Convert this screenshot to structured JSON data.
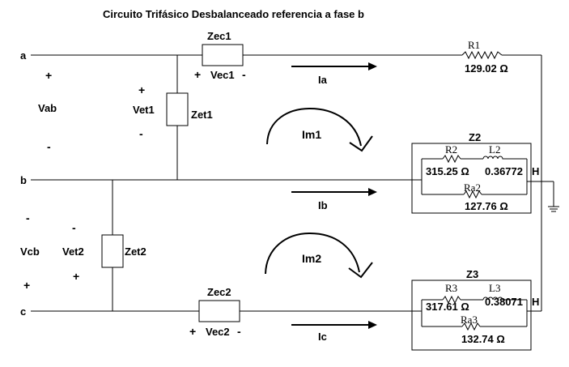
{
  "title": "Circuito Trifásico Desbalanceado referencia a fase b",
  "nodes": {
    "a": "a",
    "b": "b",
    "c": "c"
  },
  "voltages": {
    "vab": "Vab",
    "vcb": "Vcb",
    "vet1": "Vet1",
    "vet2": "Vet2",
    "vec1": "Vec1",
    "vec2": "Vec2"
  },
  "signs": {
    "plus": "+",
    "minus": "-"
  },
  "impedances": {
    "zec1": "Zec1",
    "zec2": "Zec2",
    "zet1": "Zet1",
    "zet2": "Zet2"
  },
  "currents": {
    "ia": "Ia",
    "ib": "Ib",
    "ic": "Ic"
  },
  "mesh": {
    "im1": "Im1",
    "im2": "Im2"
  },
  "r1": {
    "name": "R1",
    "value": "129.02 Ω"
  },
  "z2": {
    "label": "Z2",
    "r2_name": "R2",
    "r2_value": "315.25 Ω",
    "l2_name": "L2",
    "l2_value": "0.36772",
    "l2_unit": "H",
    "ra2_name": "Ra2",
    "ra2_value": "127.76 Ω"
  },
  "z3": {
    "label": "Z3",
    "r3_name": "R3",
    "r3_value": "317.61 Ω",
    "l3_name": "L3",
    "l3_value": "0.38071",
    "l3_unit": "H",
    "ra3_name": "Ra3",
    "ra3_value": "132.74 Ω"
  }
}
